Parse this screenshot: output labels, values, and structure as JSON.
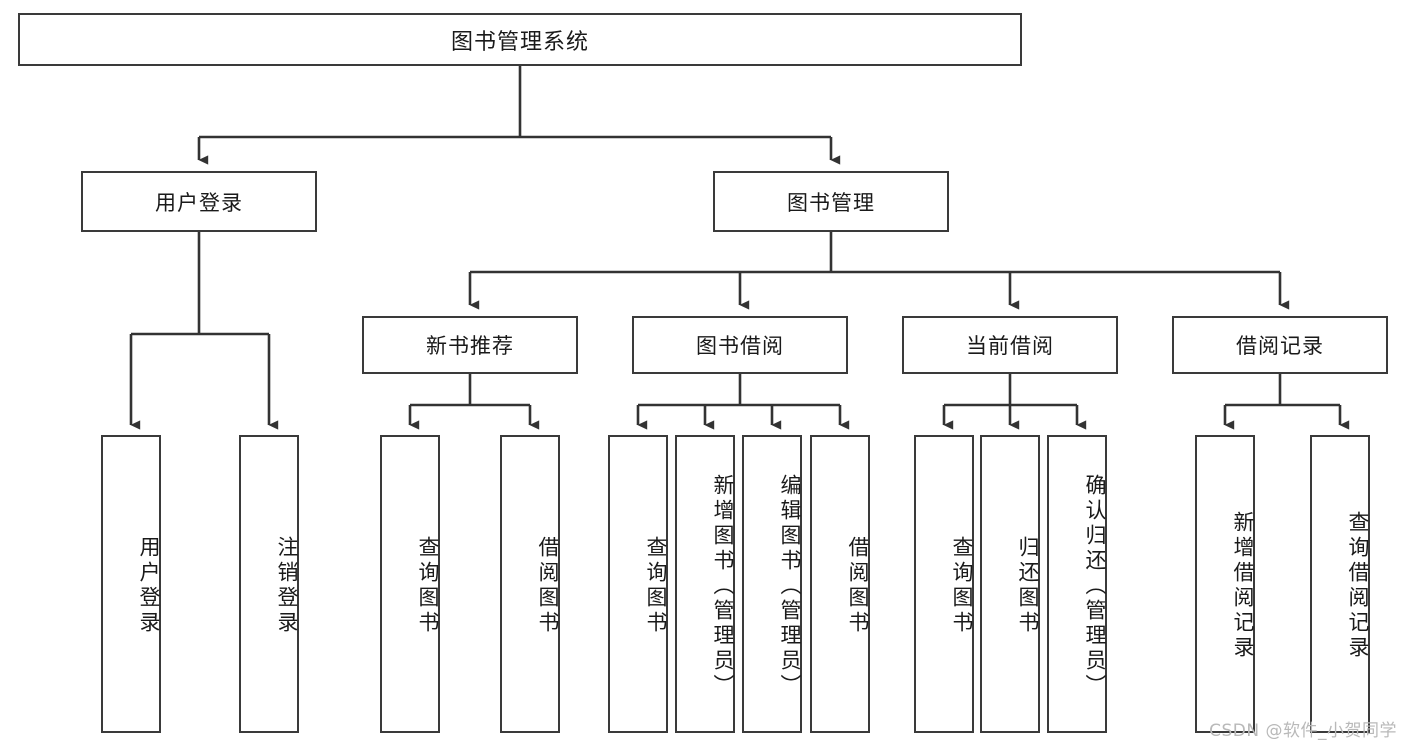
{
  "diagram": {
    "title": "图书管理系统",
    "type": "functional-structure-tree",
    "levels": 4,
    "root": {
      "id": "root",
      "label": "图书管理系统",
      "orientation": "horizontal"
    },
    "level2": [
      {
        "id": "user-login",
        "label": "用户登录",
        "orientation": "horizontal"
      },
      {
        "id": "book-manage",
        "label": "图书管理",
        "orientation": "horizontal"
      }
    ],
    "level3": [
      {
        "id": "new-book-recommend",
        "label": "新书推荐",
        "orientation": "horizontal",
        "parent": "book-manage"
      },
      {
        "id": "book-borrow",
        "label": "图书借阅",
        "orientation": "horizontal",
        "parent": "book-manage"
      },
      {
        "id": "current-borrow",
        "label": "当前借阅",
        "orientation": "horizontal",
        "parent": "book-manage"
      },
      {
        "id": "borrow-record",
        "label": "借阅记录",
        "orientation": "horizontal",
        "parent": "book-manage"
      }
    ],
    "leaves": [
      {
        "id": "leaf-user-login",
        "label": "用户登录",
        "parent": "user-login",
        "orientation": "vertical"
      },
      {
        "id": "leaf-user-logout",
        "label": "注销登录",
        "parent": "user-login",
        "orientation": "vertical"
      },
      {
        "id": "leaf-query-book-1",
        "label": "查询图书",
        "parent": "new-book-recommend",
        "orientation": "vertical"
      },
      {
        "id": "leaf-borrow-book-1",
        "label": "借阅图书",
        "parent": "new-book-recommend",
        "orientation": "vertical"
      },
      {
        "id": "leaf-query-book-2",
        "label": "查询图书",
        "parent": "book-borrow",
        "orientation": "vertical"
      },
      {
        "id": "leaf-add-book",
        "label": "新增图书（管理员）",
        "parent": "book-borrow",
        "orientation": "vertical"
      },
      {
        "id": "leaf-edit-book",
        "label": "编辑图书（管理员）",
        "parent": "book-borrow",
        "orientation": "vertical"
      },
      {
        "id": "leaf-borrow-book-2",
        "label": "借阅图书",
        "parent": "book-borrow",
        "orientation": "vertical"
      },
      {
        "id": "leaf-query-book-3",
        "label": "查询图书",
        "parent": "current-borrow",
        "orientation": "vertical"
      },
      {
        "id": "leaf-return-book",
        "label": "归还图书",
        "parent": "current-borrow",
        "orientation": "vertical"
      },
      {
        "id": "leaf-confirm-return",
        "label": "确认归还（管理员）",
        "parent": "current-borrow",
        "orientation": "vertical"
      },
      {
        "id": "leaf-add-record",
        "label": "新增借阅记录",
        "parent": "borrow-record",
        "orientation": "vertical"
      },
      {
        "id": "leaf-query-record",
        "label": "查询借阅记录",
        "parent": "borrow-record",
        "orientation": "vertical"
      }
    ],
    "watermark": "CSDN @软件_小贺同学",
    "colors": {
      "border": "#3a3a3a",
      "text": "#1a1a1a",
      "background": "#ffffff",
      "edge": "#333333",
      "watermark": "#b9b9b9"
    }
  }
}
